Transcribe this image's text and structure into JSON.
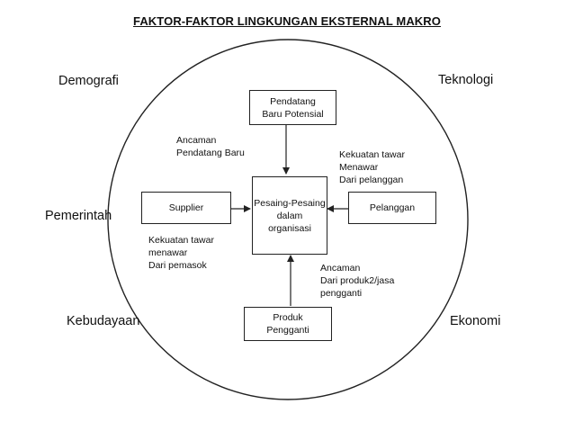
{
  "title": "FAKTOR-FAKTOR LINGKUNGAN EKSTERNAL MAKRO",
  "macro_factors": {
    "demografi": "Demografi",
    "teknologi": "Teknologi",
    "pemerintah": "Pemerintah",
    "kebudayaan": "Kebudayaan",
    "ekonomi": "Ekonomi"
  },
  "boxes": {
    "pendatang": [
      "Pendatang",
      "Baru Potensial"
    ],
    "center": [
      "Pesaing-Pesaing",
      "dalam",
      "organisasi"
    ],
    "supplier": [
      "Supplier"
    ],
    "pelanggan": [
      "Pelanggan"
    ],
    "produk": [
      "Produk",
      "Pengganti"
    ]
  },
  "annotations": {
    "ancaman_pendatang": [
      "Ancaman",
      "Pendatang Baru"
    ],
    "kekuatan_pelanggan": [
      "Kekuatan tawar",
      "Menawar",
      "Dari pelanggan"
    ],
    "kekuatan_pemasok": [
      "Kekuatan tawar",
      "menawar",
      "Dari pemasok"
    ],
    "ancaman_produk": [
      "Ancaman",
      "Dari produk2/jasa",
      "pengganti"
    ]
  }
}
